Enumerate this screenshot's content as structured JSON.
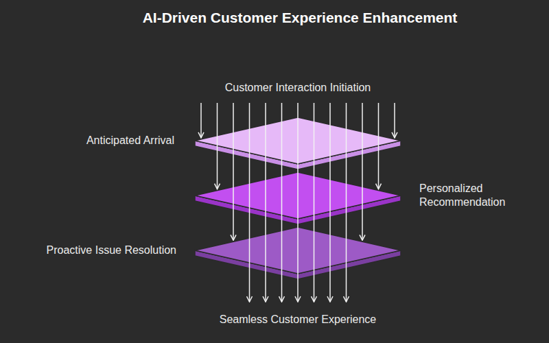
{
  "diagram": {
    "title": "AI-Driven Customer Experience Enhancement",
    "nodes": [
      {
        "text": [
          "Anticipated Arrival"
        ]
      },
      {
        "text": [
          "Personalized Recommendation"
        ]
      },
      {
        "text": [
          "Proactive Issue Resolution"
        ]
      }
    ],
    "labels": [
      "Customer Interaction Initiation",
      "Seamless Customer Experience"
    ]
  }
}
